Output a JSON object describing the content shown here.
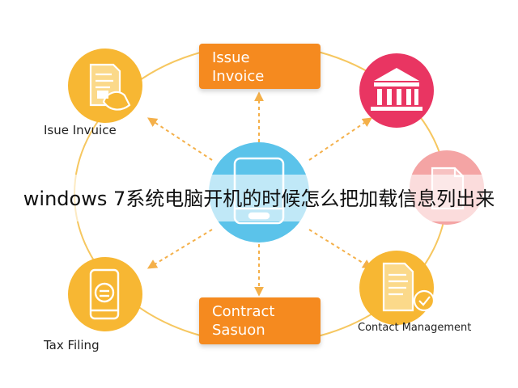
{
  "nodes": {
    "issue_invoice_box": {
      "line1": "Issue",
      "line2": "Invoice"
    },
    "contract_box": {
      "line1": "Contract",
      "line2": "Sasuon"
    },
    "isue_invuice": {
      "label": "Isue Invuice"
    },
    "tax_filing": {
      "label": "Tax Filing"
    },
    "contact_management": {
      "label": "Contact Management"
    }
  },
  "banner": {
    "text": "windows 7系统电脑开机的时候怎么把加载信息列出来"
  },
  "colors": {
    "orange": "#f58a1f",
    "yellow": "#f7b733",
    "center_blue": "#5bc3ea",
    "bank_red": "#e93562",
    "doc_pink": "#f4a4a4"
  },
  "icons": [
    "invoice-hand-icon",
    "bank-icon",
    "document-icon",
    "phone-coin-icon",
    "contract-check-icon",
    "mobile-phone-icon"
  ]
}
